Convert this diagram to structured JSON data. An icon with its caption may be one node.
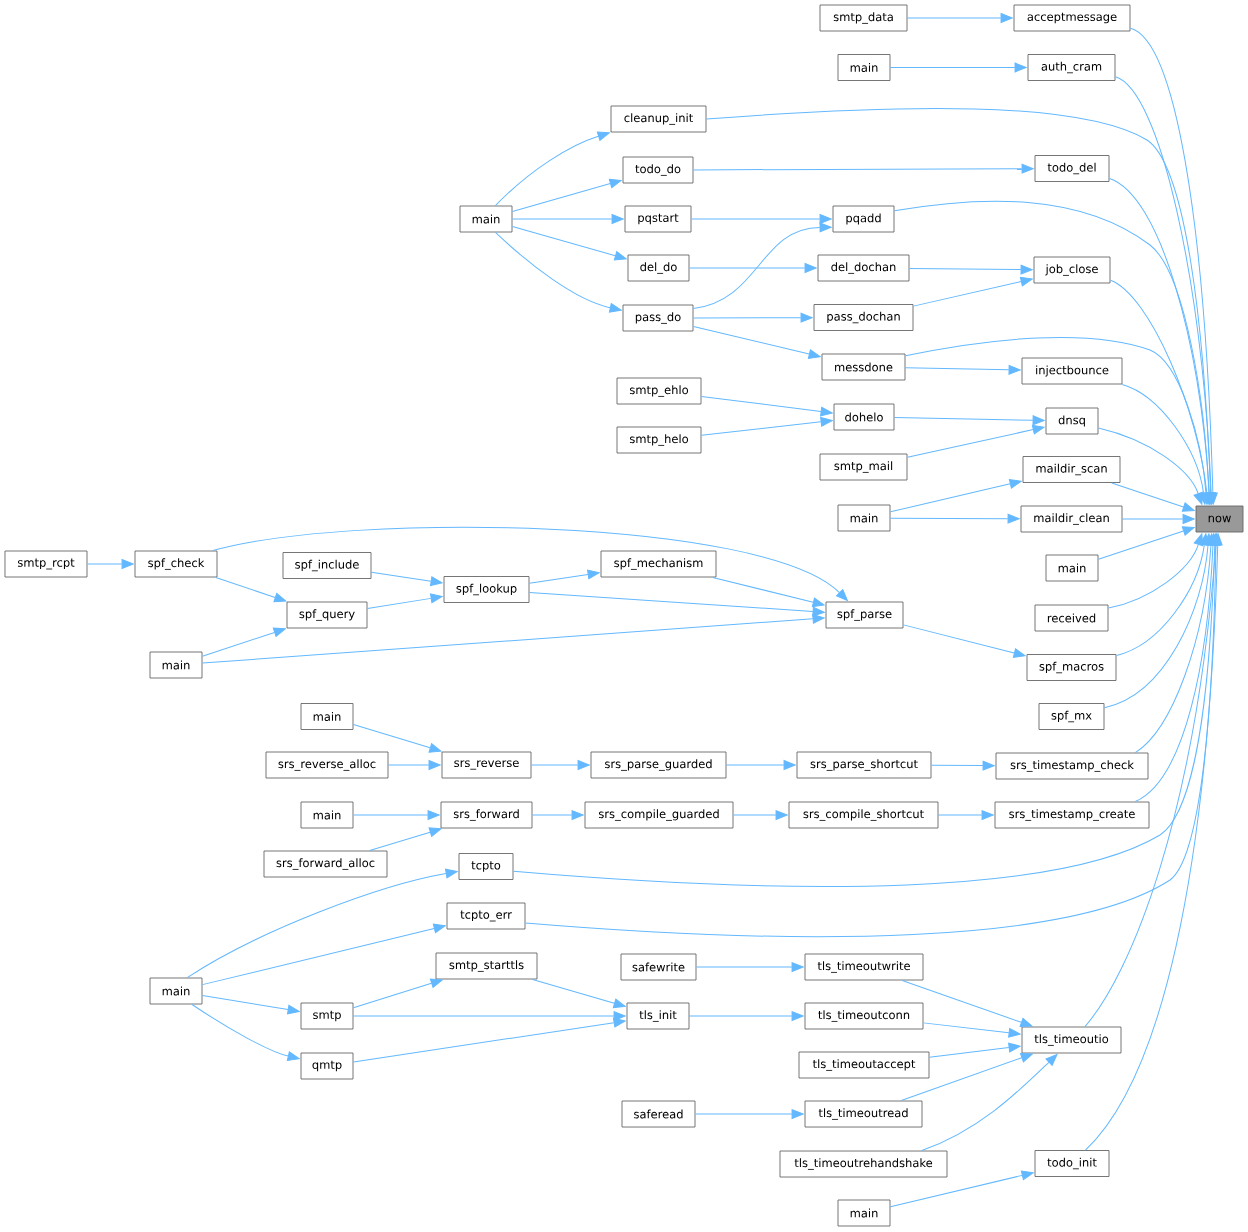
{
  "diagram": {
    "nodes": [
      {
        "text": [
          "smtp_data"
        ]
      },
      {
        "text": [
          "acceptmessage"
        ]
      },
      {
        "text": [
          "main"
        ]
      },
      {
        "text": [
          "auth_cram"
        ]
      },
      {
        "text": [
          "cleanup_init"
        ]
      },
      {
        "text": [
          "todo_do"
        ]
      },
      {
        "text": [
          "todo_del"
        ]
      },
      {
        "text": [
          "main"
        ]
      },
      {
        "text": [
          "pqstart"
        ]
      },
      {
        "text": [
          "pqadd"
        ]
      },
      {
        "text": [
          "del_do"
        ]
      },
      {
        "text": [
          "del_dochan"
        ]
      },
      {
        "text": [
          "job_close"
        ]
      },
      {
        "text": [
          "pass_do"
        ]
      },
      {
        "text": [
          "pass_dochan"
        ]
      },
      {
        "text": [
          "messdone"
        ]
      },
      {
        "text": [
          "injectbounce"
        ]
      },
      {
        "text": [
          "smtp_ehlo"
        ]
      },
      {
        "text": [
          "dohelo"
        ]
      },
      {
        "text": [
          "dnsq"
        ]
      },
      {
        "text": [
          "smtp_helo"
        ]
      },
      {
        "text": [
          "smtp_mail"
        ]
      },
      {
        "text": [
          "maildir_scan"
        ]
      },
      {
        "text": [
          "main"
        ]
      },
      {
        "text": [
          "maildir_clean"
        ]
      },
      {
        "text": [
          "now"
        ]
      },
      {
        "text": [
          "smtp_rcpt"
        ]
      },
      {
        "text": [
          "spf_check"
        ]
      },
      {
        "text": [
          "spf_include"
        ]
      },
      {
        "text": [
          "spf_mechanism"
        ]
      },
      {
        "text": [
          "main"
        ]
      },
      {
        "text": [
          "spf_lookup"
        ]
      },
      {
        "text": [
          "spf_query"
        ]
      },
      {
        "text": [
          "spf_parse"
        ]
      },
      {
        "text": [
          "received"
        ]
      },
      {
        "text": [
          "main"
        ]
      },
      {
        "text": [
          "spf_macros"
        ]
      },
      {
        "text": [
          "main"
        ]
      },
      {
        "text": [
          "spf_mx"
        ]
      },
      {
        "text": [
          "srs_reverse_alloc"
        ]
      },
      {
        "text": [
          "srs_reverse"
        ]
      },
      {
        "text": [
          "srs_parse_guarded"
        ]
      },
      {
        "text": [
          "srs_parse_shortcut"
        ]
      },
      {
        "text": [
          "srs_timestamp_check"
        ]
      },
      {
        "text": [
          "main"
        ]
      },
      {
        "text": [
          "srs_forward"
        ]
      },
      {
        "text": [
          "srs_compile_guarded"
        ]
      },
      {
        "text": [
          "srs_compile_shortcut"
        ]
      },
      {
        "text": [
          "srs_timestamp_create"
        ]
      },
      {
        "text": [
          "srs_forward_alloc"
        ]
      },
      {
        "text": [
          "tcpto"
        ]
      },
      {
        "text": [
          "tcpto_err"
        ]
      },
      {
        "text": [
          "smtp_starttls"
        ]
      },
      {
        "text": [
          "safewrite"
        ]
      },
      {
        "text": [
          "tls_timeoutwrite"
        ]
      },
      {
        "text": [
          "main"
        ]
      },
      {
        "text": [
          "smtp"
        ]
      },
      {
        "text": [
          "tls_init"
        ]
      },
      {
        "text": [
          "tls_timeoutconn"
        ]
      },
      {
        "text": [
          "tls_timeoutio"
        ]
      },
      {
        "text": [
          "qmtp"
        ]
      },
      {
        "text": [
          "tls_timeoutaccept"
        ]
      },
      {
        "text": [
          "saferead"
        ]
      },
      {
        "text": [
          "tls_timeoutread"
        ]
      },
      {
        "text": [
          "tls_timeoutrehandshake"
        ]
      },
      {
        "text": [
          "todo_init"
        ]
      },
      {
        "text": [
          "main"
        ]
      }
    ],
    "edges": [
      {
        "from": 0,
        "to": 1,
        "arrow": "to"
      },
      {
        "from": 1,
        "to": 25,
        "arrow": "to"
      },
      {
        "from": 2,
        "to": 3,
        "arrow": "to"
      },
      {
        "from": 3,
        "to": 25,
        "arrow": "to"
      },
      {
        "from": 7,
        "to": 4,
        "arrow": "to"
      },
      {
        "from": 4,
        "to": 25,
        "arrow": "to"
      },
      {
        "from": 7,
        "to": 5,
        "arrow": "to"
      },
      {
        "from": 5,
        "to": 6,
        "arrow": "to"
      },
      {
        "from": 6,
        "to": 25,
        "arrow": "to"
      },
      {
        "from": 7,
        "to": 8,
        "arrow": "to"
      },
      {
        "from": 8,
        "to": 9,
        "arrow": "to"
      },
      {
        "from": 13,
        "to": 9,
        "arrow": "to"
      },
      {
        "from": 9,
        "to": 25,
        "arrow": "to"
      },
      {
        "from": 7,
        "to": 10,
        "arrow": "to"
      },
      {
        "from": 10,
        "to": 11,
        "arrow": "to"
      },
      {
        "from": 11,
        "to": 12,
        "arrow": "to"
      },
      {
        "from": 14,
        "to": 12,
        "arrow": "to"
      },
      {
        "from": 12,
        "to": 25,
        "arrow": "to"
      },
      {
        "from": 7,
        "to": 13,
        "arrow": "to"
      },
      {
        "from": 13,
        "to": 14,
        "arrow": "to"
      },
      {
        "from": 13,
        "to": 15,
        "arrow": "to"
      },
      {
        "from": 15,
        "to": 25,
        "arrow": "to"
      },
      {
        "from": 15,
        "to": 16,
        "arrow": "to"
      },
      {
        "from": 16,
        "to": 25,
        "arrow": "to"
      },
      {
        "from": 17,
        "to": 18,
        "arrow": "to"
      },
      {
        "from": 20,
        "to": 18,
        "arrow": "to"
      },
      {
        "from": 18,
        "to": 19,
        "arrow": "to"
      },
      {
        "from": 21,
        "to": 19,
        "arrow": "to"
      },
      {
        "from": 19,
        "to": 25,
        "arrow": "to"
      },
      {
        "from": 23,
        "to": 22,
        "arrow": "to"
      },
      {
        "from": 23,
        "to": 24,
        "arrow": "to"
      },
      {
        "from": 22,
        "to": 25,
        "arrow": "to"
      },
      {
        "from": 24,
        "to": 25,
        "arrow": "to"
      },
      {
        "from": 30,
        "to": 25,
        "arrow": "to"
      },
      {
        "from": 26,
        "to": 27,
        "arrow": "to"
      },
      {
        "from": 27,
        "to": 33,
        "arrow": "to"
      },
      {
        "from": 27,
        "to": 32,
        "arrow": "to"
      },
      {
        "from": 35,
        "to": 32,
        "arrow": "to"
      },
      {
        "from": 35,
        "to": 33,
        "arrow": "to"
      },
      {
        "from": 28,
        "to": 31,
        "arrow": "to"
      },
      {
        "from": 32,
        "to": 31,
        "arrow": "to"
      },
      {
        "from": 31,
        "to": 29,
        "arrow": "to"
      },
      {
        "from": 31,
        "to": 33,
        "arrow": "to"
      },
      {
        "from": 29,
        "to": 33,
        "arrow": "to"
      },
      {
        "from": 33,
        "to": 36,
        "arrow": "to"
      },
      {
        "from": 34,
        "to": 25,
        "arrow": "to"
      },
      {
        "from": 36,
        "to": 25,
        "arrow": "to"
      },
      {
        "from": 38,
        "to": 25,
        "arrow": "to"
      },
      {
        "from": 37,
        "to": 40,
        "arrow": "to"
      },
      {
        "from": 39,
        "to": 40,
        "arrow": "to"
      },
      {
        "from": 40,
        "to": 41,
        "arrow": "to"
      },
      {
        "from": 41,
        "to": 42,
        "arrow": "to"
      },
      {
        "from": 42,
        "to": 43,
        "arrow": "to"
      },
      {
        "from": 43,
        "to": 25,
        "arrow": "to"
      },
      {
        "from": 44,
        "to": 45,
        "arrow": "to"
      },
      {
        "from": 49,
        "to": 45,
        "arrow": "to"
      },
      {
        "from": 45,
        "to": 46,
        "arrow": "to"
      },
      {
        "from": 46,
        "to": 47,
        "arrow": "to"
      },
      {
        "from": 47,
        "to": 48,
        "arrow": "to"
      },
      {
        "from": 48,
        "to": 25,
        "arrow": "to"
      },
      {
        "from": 55,
        "to": 50,
        "arrow": "to"
      },
      {
        "from": 55,
        "to": 51,
        "arrow": "to"
      },
      {
        "from": 55,
        "to": 56,
        "arrow": "to"
      },
      {
        "from": 55,
        "to": 60,
        "arrow": "to"
      },
      {
        "from": 50,
        "to": 25,
        "arrow": "to"
      },
      {
        "from": 51,
        "to": 25,
        "arrow": "to"
      },
      {
        "from": 56,
        "to": 52,
        "arrow": "to"
      },
      {
        "from": 56,
        "to": 57,
        "arrow": "to"
      },
      {
        "from": 52,
        "to": 57,
        "arrow": "to"
      },
      {
        "from": 60,
        "to": 57,
        "arrow": "to"
      },
      {
        "from": 53,
        "to": 54,
        "arrow": "to"
      },
      {
        "from": 57,
        "to": 58,
        "arrow": "to"
      },
      {
        "from": 62,
        "to": 63,
        "arrow": "to"
      },
      {
        "from": 54,
        "to": 59,
        "arrow": "to"
      },
      {
        "from": 58,
        "to": 59,
        "arrow": "to"
      },
      {
        "from": 61,
        "to": 59,
        "arrow": "to"
      },
      {
        "from": 63,
        "to": 59,
        "arrow": "to"
      },
      {
        "from": 64,
        "to": 59,
        "arrow": "to"
      },
      {
        "from": 59,
        "to": 25,
        "arrow": "to"
      },
      {
        "from": 66,
        "to": 65,
        "arrow": "to"
      },
      {
        "from": 65,
        "to": 25,
        "arrow": "to"
      }
    ]
  }
}
